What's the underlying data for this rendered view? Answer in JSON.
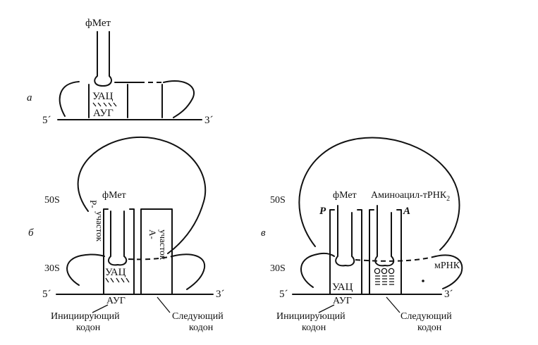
{
  "panels": {
    "a": {
      "letter": "а",
      "top_label": "фМет",
      "anticodon": "УАЦ",
      "codon": "АУГ",
      "five_prime": "5´",
      "three_prime": "3´"
    },
    "b": {
      "letter": "б",
      "subunit_large": "50S",
      "subunit_small": "30S",
      "top_label": "фМет",
      "p_site_line1": "Р-",
      "p_site_line2": "участок",
      "a_site_line1": "А-",
      "a_site_line2": "участок",
      "anticodon": "УАЦ",
      "codon": "АУГ",
      "five_prime": "5´",
      "three_prime": "3´",
      "init_codon_line1": "Инициирующий",
      "init_codon_line2": "кодон",
      "next_codon_line1": "Следующий",
      "next_codon_line2": "кодон"
    },
    "c": {
      "letter": "в",
      "subunit_large": "50S",
      "subunit_small": "30S",
      "top_label": "фМет",
      "aminoacyl_label": "Аминоацил-тРНК",
      "aminoacyl_subscript": "2",
      "p_letter": "P",
      "a_letter": "A",
      "mrna_label": "мРНК",
      "anticodon": "УАЦ",
      "codon": "АУГ",
      "five_prime": "5´",
      "three_prime": "3´",
      "init_codon_line1": "Инициирующий",
      "init_codon_line2": "кодон",
      "next_codon_line1": "Следующий",
      "next_codon_line2": "кодон"
    }
  }
}
